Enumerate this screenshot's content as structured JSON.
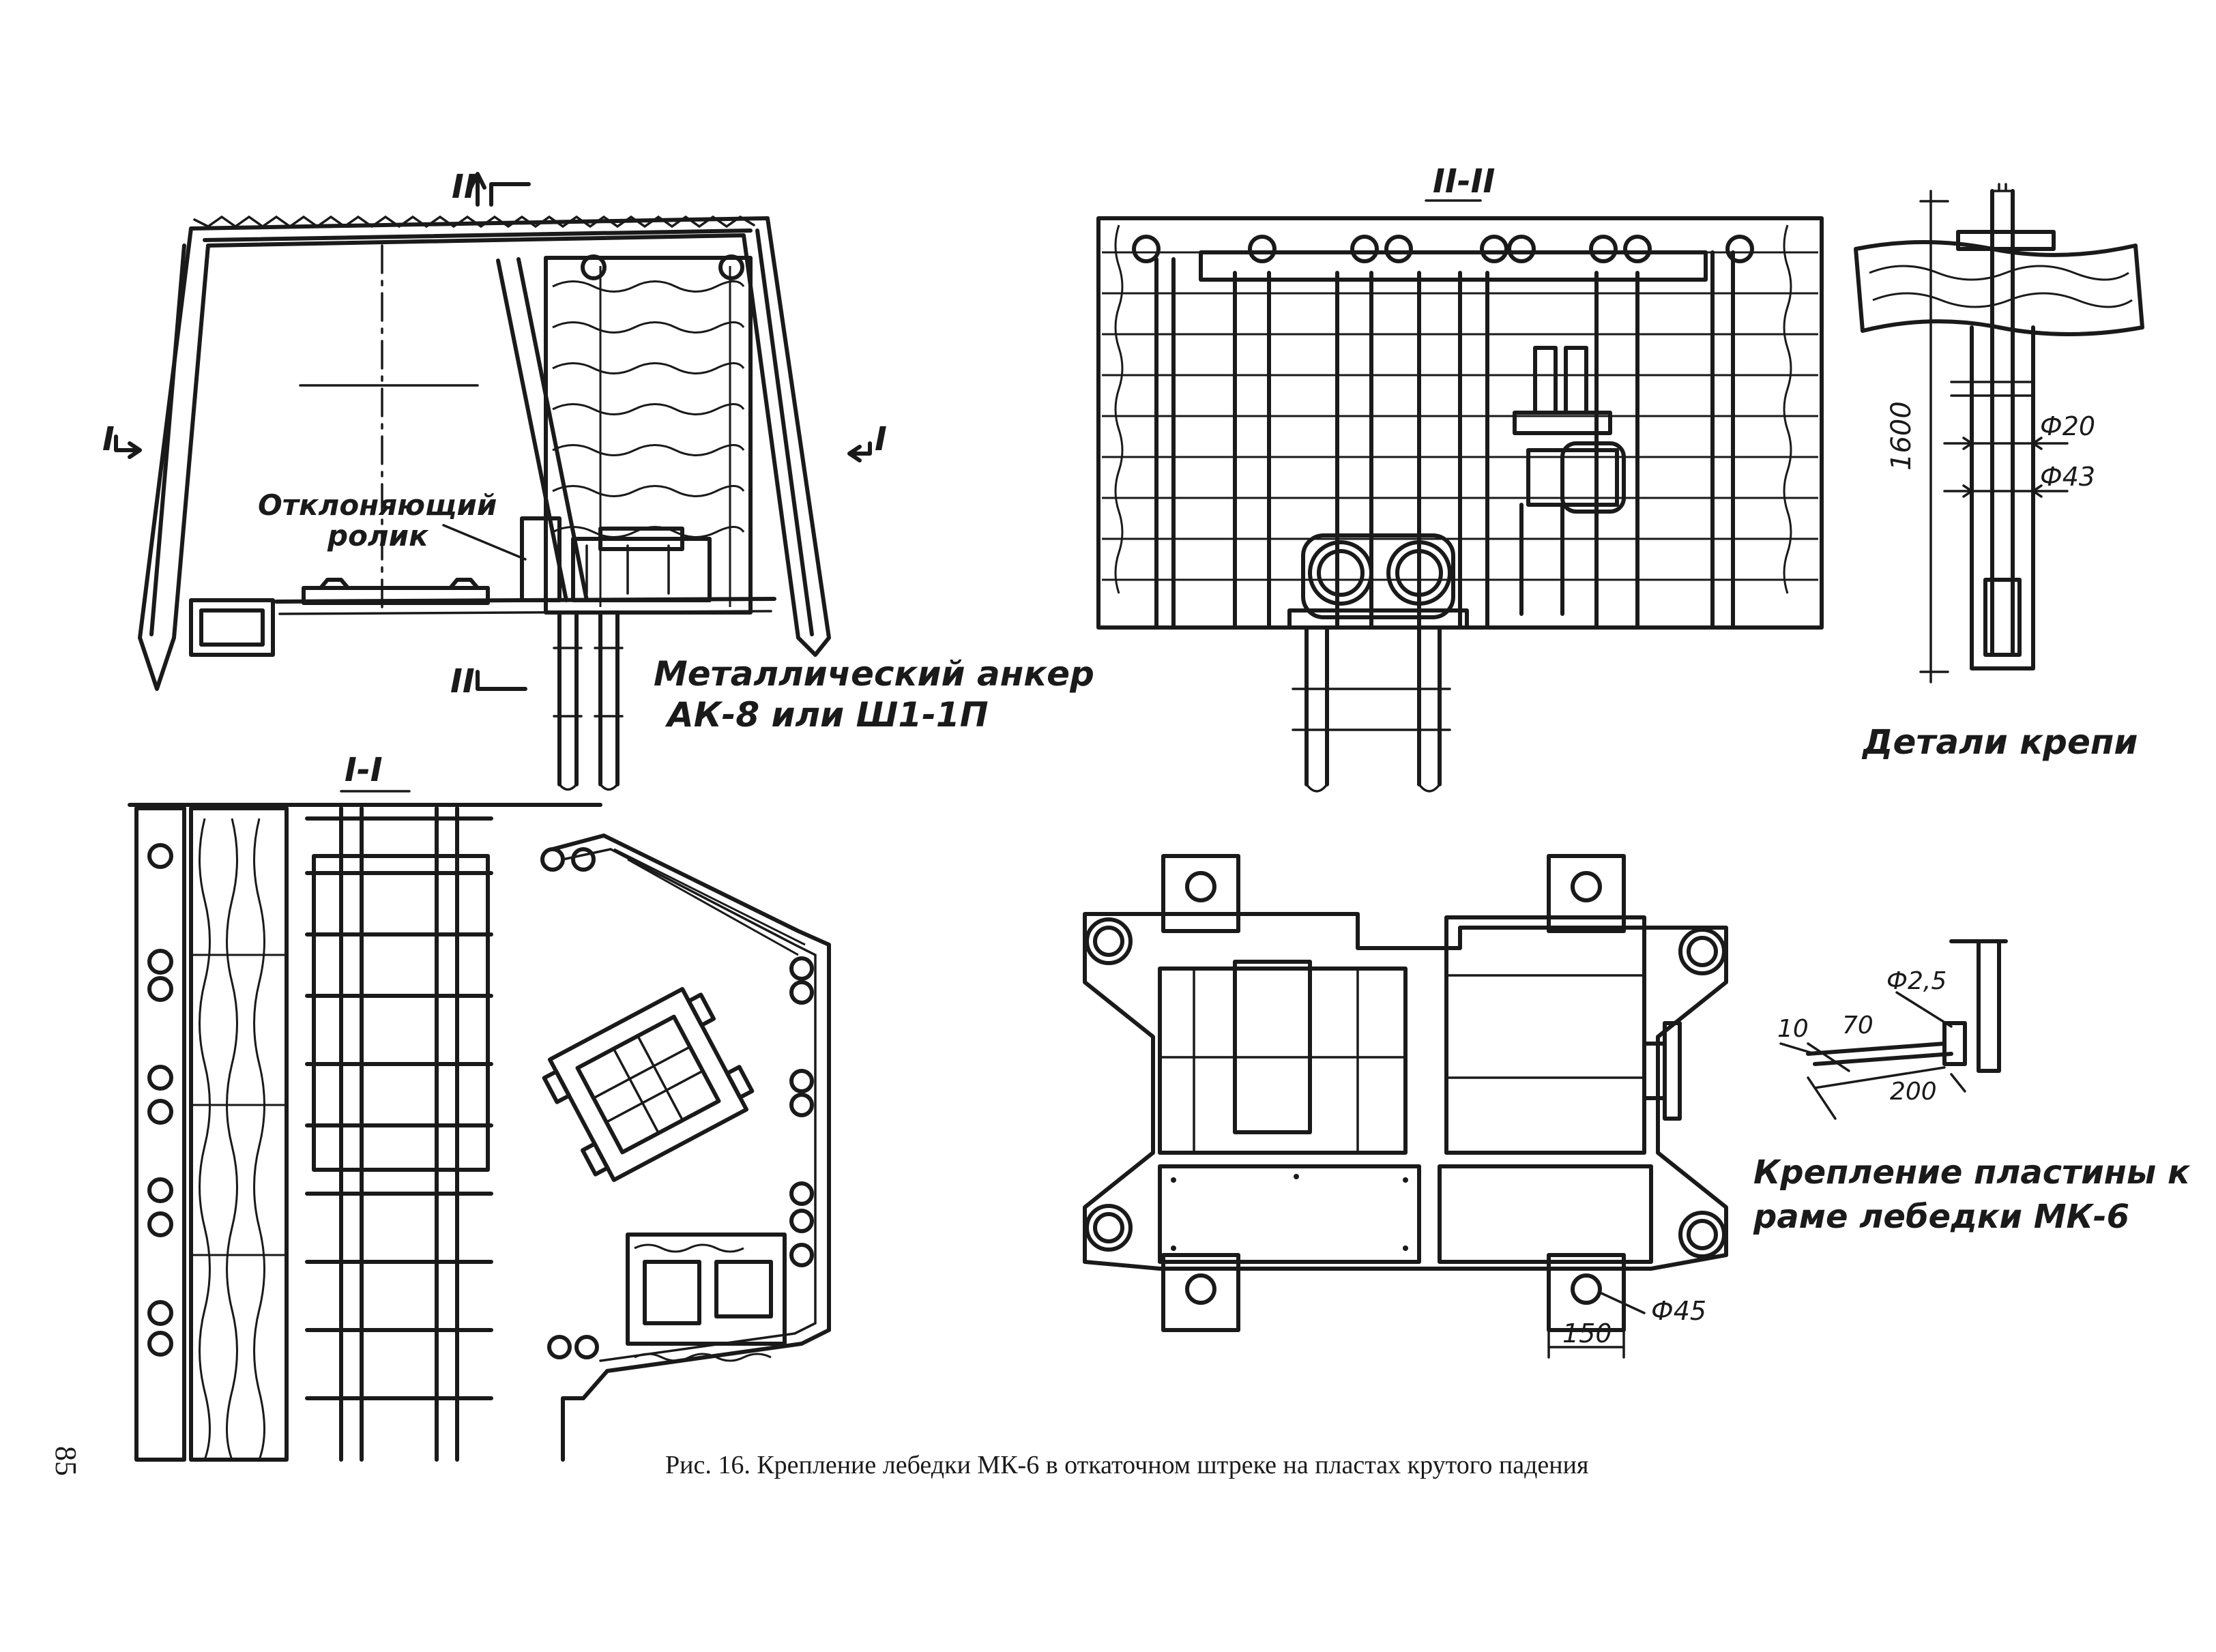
{
  "labels": {
    "deflecting_roller": [
      "Отклоняющий",
      "ролик"
    ],
    "anchor": [
      "Металлический анкер",
      "АК-8 или Ш1-1П"
    ],
    "support_details": "Детали крепи",
    "plate_fastening": [
      "Крепление пластины к",
      "раме лебедки МК-6"
    ]
  },
  "section_marks": {
    "section_I_I": "I-I",
    "section_II_II": "II-II",
    "mark_I_left": "I",
    "mark_I_right": "I",
    "mark_II_top": "II",
    "mark_II_bottom": "II"
  },
  "dimensions": {
    "length_1600": "1600",
    "dia_20": "Ф20",
    "dia_43": "Ф43",
    "dia_25": "Ф2,5",
    "dim_10": "10",
    "dim_70": "70",
    "dim_200": "200",
    "dia_45": "Ф45",
    "dim_150": "150"
  },
  "page_number": "85",
  "caption": "Рис. 16. Крепление лебедки МК-6 в откаточном штреке на пластах крутого падения"
}
